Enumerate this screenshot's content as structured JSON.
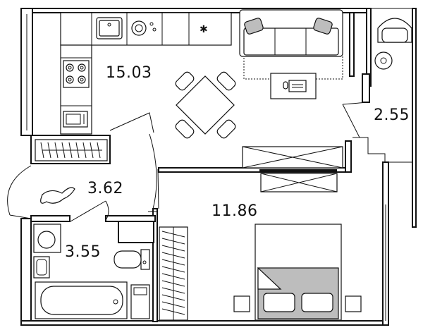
{
  "rooms": [
    {
      "id": "kitchen_living",
      "area": "15.03"
    },
    {
      "id": "balcony",
      "area": "2.55"
    },
    {
      "id": "hallway",
      "area": "3.62"
    },
    {
      "id": "bedroom",
      "area": "11.86"
    },
    {
      "id": "bathroom",
      "area": "3.55"
    }
  ]
}
